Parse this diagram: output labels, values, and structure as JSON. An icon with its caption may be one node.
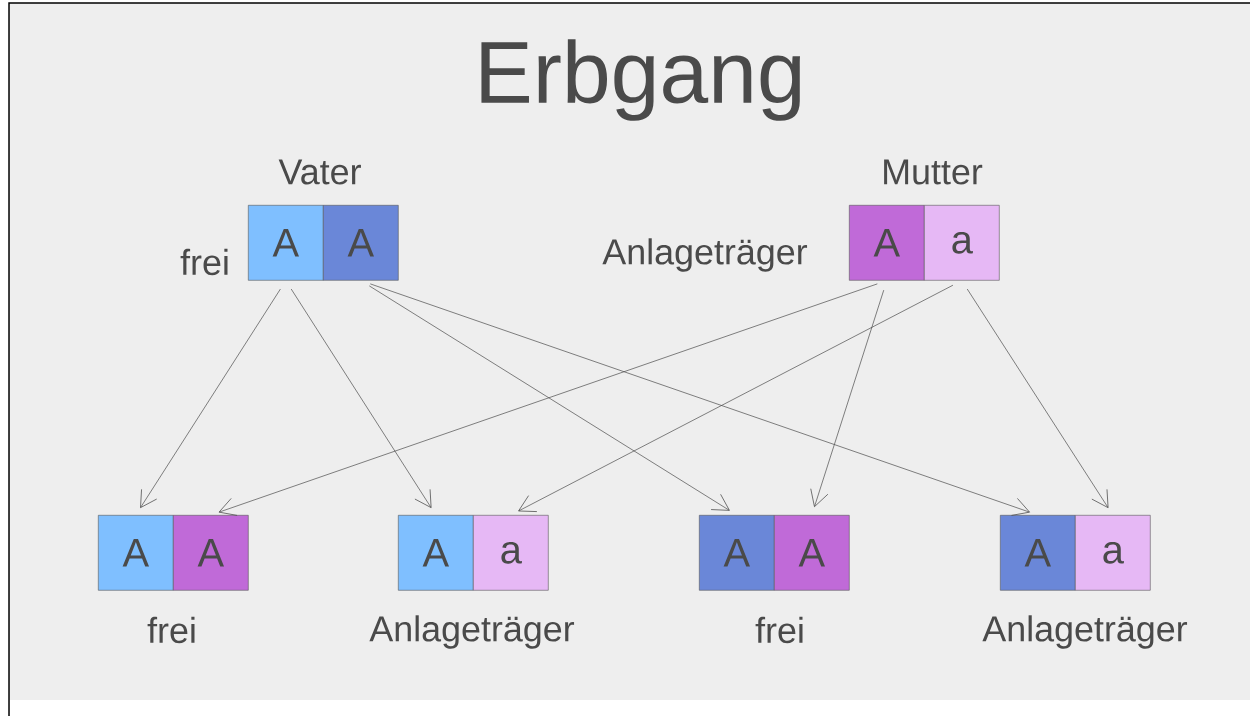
{
  "diagram": {
    "title": "Erbgang",
    "nodes": [
      {
        "text": [
          "A"
        ]
      },
      {
        "text": [
          "A"
        ]
      },
      {
        "text": [
          "A"
        ]
      },
      {
        "text": [
          "a"
        ]
      },
      {
        "text": [
          "A"
        ]
      },
      {
        "text": [
          "A"
        ]
      },
      {
        "text": [
          "A"
        ]
      },
      {
        "text": [
          "a"
        ]
      },
      {
        "text": [
          "A"
        ]
      },
      {
        "text": [
          "A"
        ]
      },
      {
        "text": [
          "A"
        ]
      },
      {
        "text": [
          "a"
        ]
      }
    ],
    "edges": [
      {
        "from": 0,
        "to": 4,
        "arrow": "to"
      },
      {
        "from": 0,
        "to": 6,
        "arrow": "to"
      },
      {
        "from": 1,
        "to": 8,
        "arrow": "to"
      },
      {
        "from": 1,
        "to": 10,
        "arrow": "to"
      },
      {
        "from": 2,
        "to": 5,
        "arrow": "to"
      },
      {
        "from": 2,
        "to": 9,
        "arrow": "to"
      },
      {
        "from": 3,
        "to": 7,
        "arrow": "to"
      },
      {
        "from": 3,
        "to": 11,
        "arrow": "to"
      }
    ],
    "labels": [
      "Vater",
      "frei",
      "Mutter",
      "Anlageträger",
      "frei",
      "Anlageträger",
      "frei",
      "Anlageträger"
    ]
  }
}
